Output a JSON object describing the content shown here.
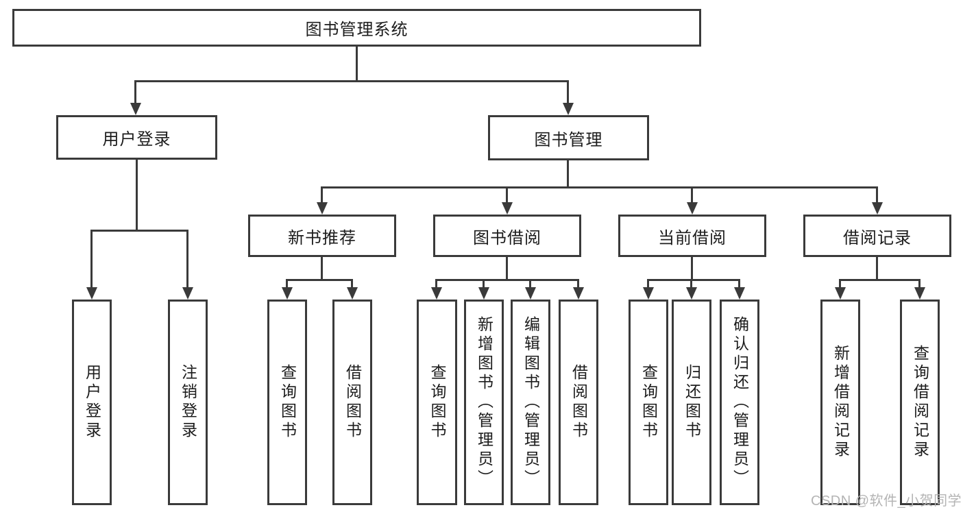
{
  "diagram": {
    "title": "图书管理系统",
    "root": {
      "label": "图书管理系统"
    },
    "level2": [
      {
        "label": "用户登录"
      },
      {
        "label": "图书管理"
      }
    ],
    "level3": [
      {
        "label": "新书推荐"
      },
      {
        "label": "图书借阅"
      },
      {
        "label": "当前借阅"
      },
      {
        "label": "借阅记录"
      }
    ],
    "leaves": {
      "login": [
        {
          "label": "用户登录"
        },
        {
          "label": "注销登录"
        }
      ],
      "newbook": [
        {
          "label": "查询图书"
        },
        {
          "label": "借阅图书"
        }
      ],
      "bookborrow": [
        {
          "label": "查询图书"
        },
        {
          "label": "新增图书（管理员）"
        },
        {
          "label": "编辑图书（管理员）"
        },
        {
          "label": "借阅图书"
        }
      ],
      "current": [
        {
          "label": "查询图书"
        },
        {
          "label": "归还图书"
        },
        {
          "label": "确认归还（管理员）"
        }
      ],
      "records": [
        {
          "label": "新增借阅记录"
        },
        {
          "label": "查询借阅记录"
        }
      ]
    },
    "colors": {
      "line": "#3a3a3a",
      "text": "#1c1c1c",
      "watermark": "#b4b4b4",
      "background": "#ffffff"
    }
  },
  "watermark": {
    "text": "CSDN @软件_小贺同学"
  }
}
